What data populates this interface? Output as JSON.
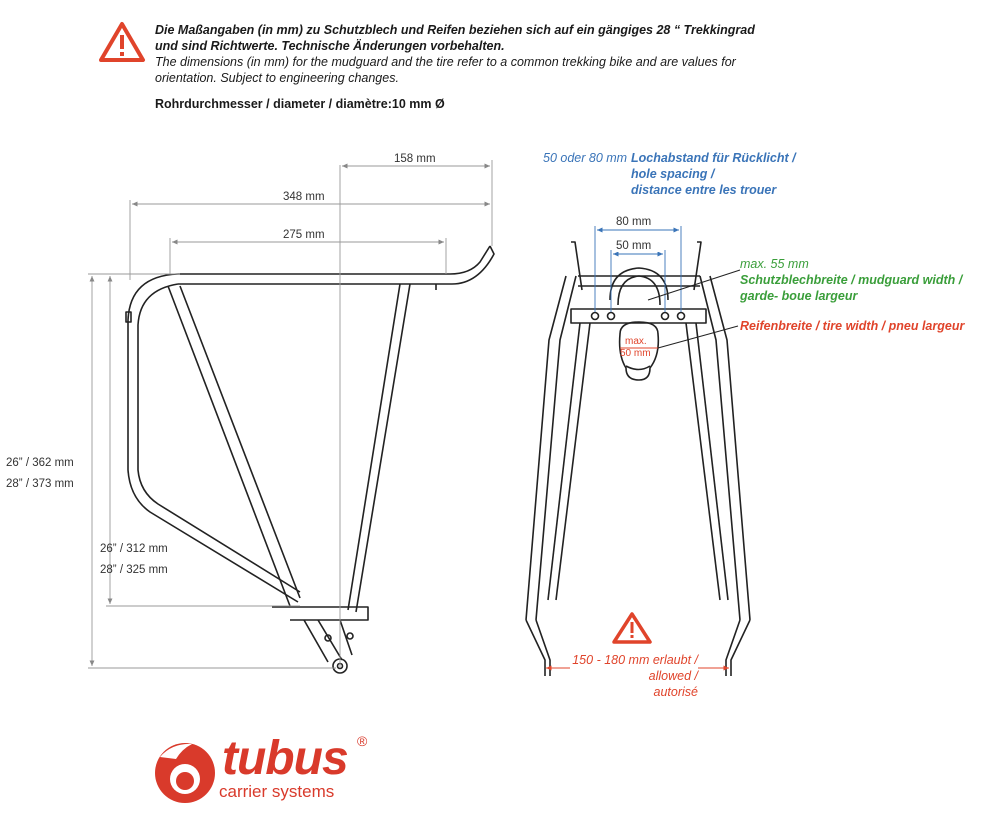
{
  "notice": {
    "de_line1": "Die Maßangaben (in mm) zu Schutzblech und Reifen beziehen sich auf ein gängiges 28 “ Trekkingrad",
    "de_line2": "und sind Richtwerte. Technische Änderungen vorbehalten.",
    "en_line1": "The dimensions (in mm) for the mudguard and the tire refer to a common trekking bike and are values for",
    "en_line2": "orientation. Subject to engineering changes."
  },
  "diameter": "Rohrdurchmesser / diameter / diamètre:10 mm Ø",
  "side_view": {
    "dim_158": "158 mm",
    "dim_348": "348 mm",
    "dim_275": "275 mm",
    "height_outer_26": "26” / 362 mm",
    "height_outer_28": "28” / 373 mm",
    "height_inner_26": "26” / 312 mm",
    "height_inner_28": "28” / 325 mm"
  },
  "rear_view": {
    "hole_spacing_value": "50 oder 80 mm",
    "hole_spacing_l1": "Lochabstand für Rücklicht /",
    "hole_spacing_l2": "hole spacing /",
    "hole_spacing_l3": "distance entre les trouer",
    "dim_80": "80 mm",
    "dim_50": "50 mm",
    "mudguard_value": "max. 55 mm",
    "mudguard_l1": "Schutzblechbreite / mudguard width /",
    "mudguard_l2": "garde- boue largeur",
    "tire_l1": "Reifenbreite / tire width / pneu largeur",
    "tire_max_l1": "max.",
    "tire_max_l2": "50 mm",
    "allowed_l1": "150 - 180 mm erlaubt /",
    "allowed_l2": "allowed /",
    "allowed_l3": "autorisé"
  },
  "logo": {
    "word": "tubus",
    "registered": "®",
    "subtitle": "carrier systems"
  },
  "colors": {
    "warning_red": "#e0442b",
    "blue": "#3a74b8",
    "green": "#3a9e3a",
    "brand_red": "#d93a2b",
    "dim_line": "#999999"
  }
}
